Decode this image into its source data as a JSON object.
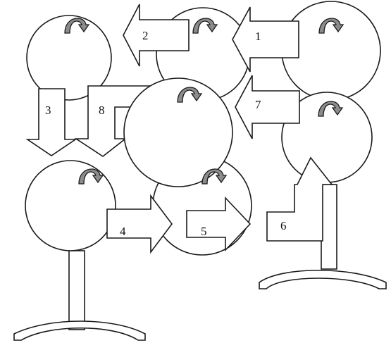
{
  "diagram": {
    "step_labels": {
      "s1": "1",
      "s2": "2",
      "s3": "3",
      "s4": "4",
      "s5": "5",
      "s6": "6",
      "s7": "7",
      "s8": "8"
    },
    "icons": {
      "rotation": "curved-rotation-arrow-icon",
      "arrow": "block-arrow",
      "stand": "pedestal-stand"
    },
    "colors": {
      "line": "#1a1a1a",
      "fill": "#ffffff",
      "rotation_arrow_fill": "#8c8c8c"
    }
  }
}
